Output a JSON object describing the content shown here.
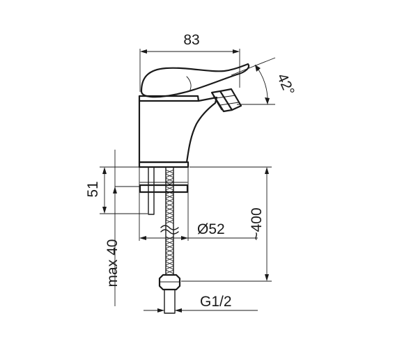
{
  "dimensions": {
    "width": "83",
    "angle": "42°",
    "base_height": "51",
    "diameter": "Ø52",
    "hose_length": "~400",
    "max_thickness": "max 40",
    "thread": "G1/2"
  },
  "colors": {
    "line": "#1a1a1a",
    "background": "#ffffff"
  }
}
